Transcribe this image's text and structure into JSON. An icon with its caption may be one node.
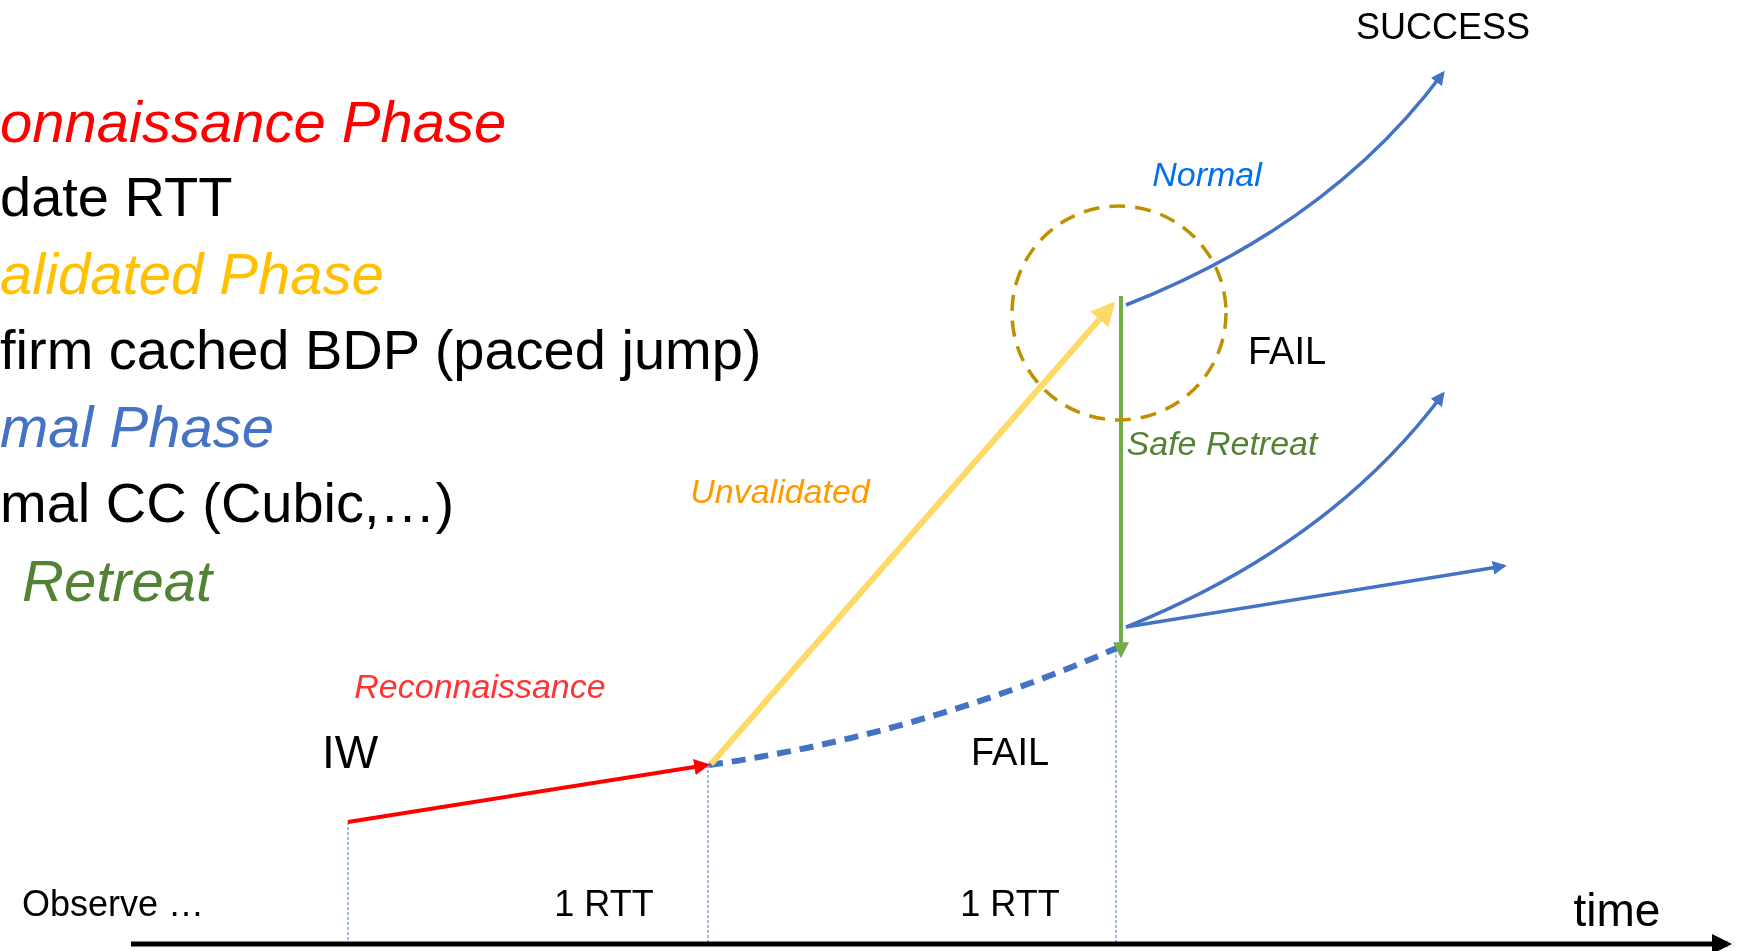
{
  "diagram": {
    "labels": [
      "SUCCESS",
      "onnaissance Phase",
      "date RTT",
      "alidated Phase",
      "firm cached BDP (paced jump)",
      "mal Phase",
      "mal CC (Cubic,…)",
      "Retreat",
      "Normal",
      "FAIL",
      "Safe Retreat",
      "Unvalidated",
      "Reconnaissance",
      "IW",
      "FAIL",
      "Observe …",
      "1 RTT",
      "1 RTT",
      "time"
    ]
  }
}
